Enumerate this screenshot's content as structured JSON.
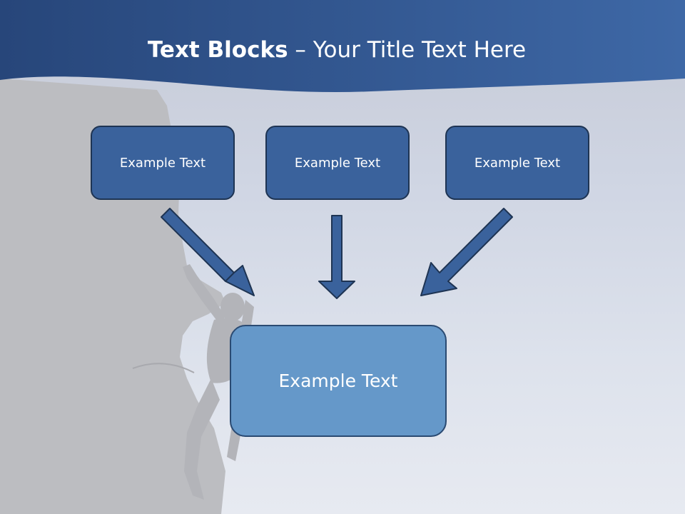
{
  "slide": {
    "title_bold": "Text Blocks",
    "title_rest": " – Your Title Text Here",
    "blocks": [
      {
        "label": "Example Text"
      },
      {
        "label": "Example Text"
      },
      {
        "label": "Example Text"
      }
    ],
    "target_label": "Example Text"
  },
  "colors": {
    "header": "#2e5188",
    "block_fill": "#3a629c",
    "target_fill": "#6598c9",
    "arrow_fill": "#3a629c"
  }
}
